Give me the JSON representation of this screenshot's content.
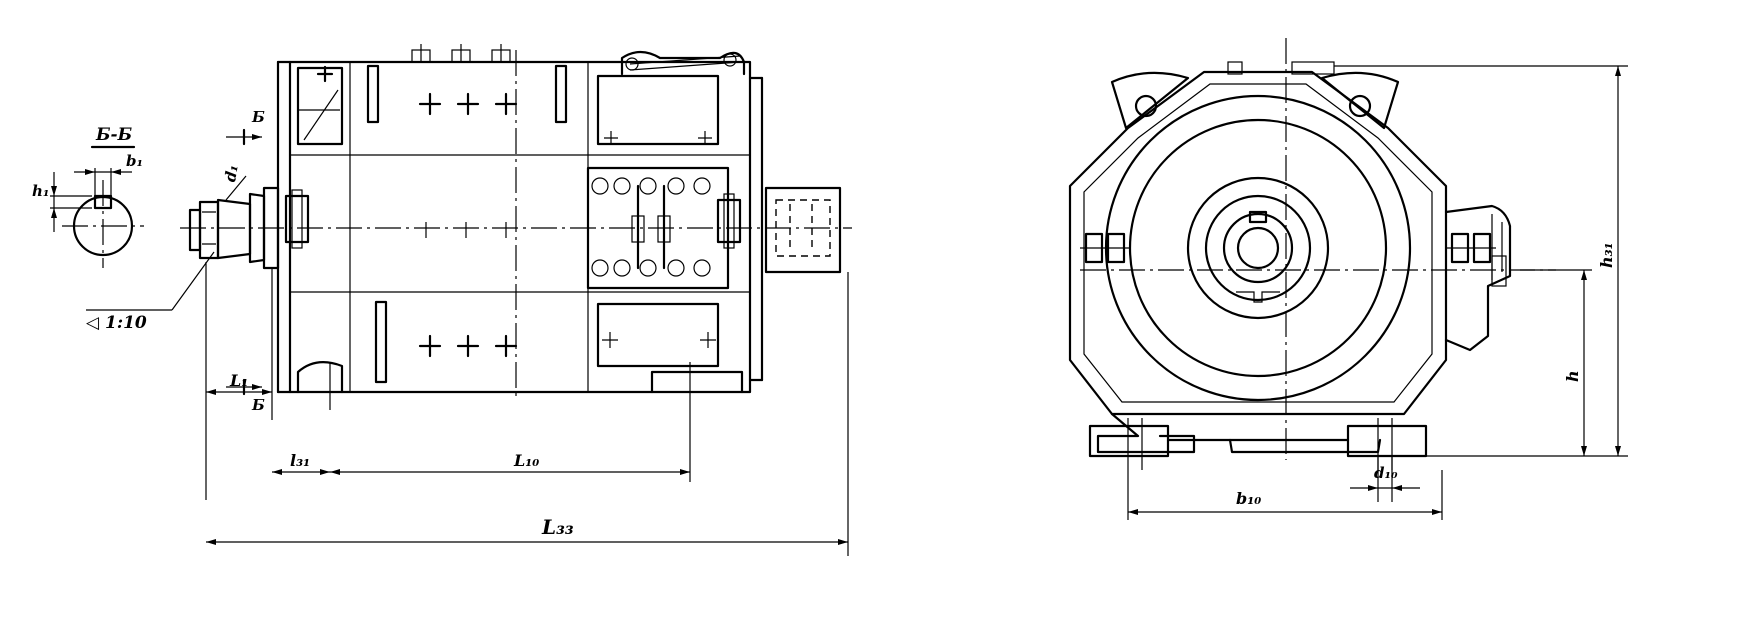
{
  "labels": {
    "section_title": "Б-Б",
    "section_mark_top": "Б",
    "section_mark_bottom": "Б",
    "key_height": "h₁",
    "key_width": "b₁",
    "shaft_diameter": "d₁",
    "taper": "◁ 1:10",
    "shaft_length": "L₁",
    "l31": "l₃₁",
    "l10": "L₁₀",
    "l33": "L₃₃",
    "h31": "h₃₁",
    "h": "h",
    "d10": "d₁₀",
    "b10": "b₁₀"
  }
}
